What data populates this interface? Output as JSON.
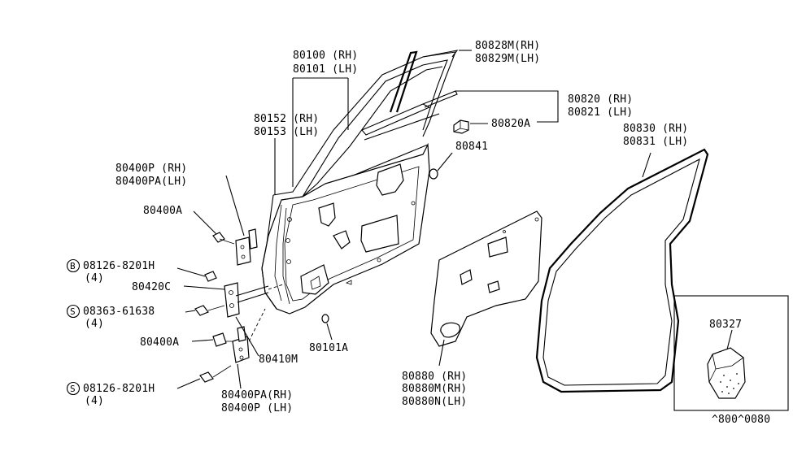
{
  "diagram": {
    "footer_code": "^800^0080",
    "callouts": {
      "door_panel": [
        "80100 (RH)",
        "80101 (LH)"
      ],
      "sash_moulding": [
        "80828M(RH)",
        "80829M(LH)"
      ],
      "weatherstrip_inner": [
        "80820 (RH)",
        "80821 (LH)"
      ],
      "clip_a": "80820A",
      "weatherstrip_outer": [
        "80830 (RH)",
        "80831 (LH)"
      ],
      "grommet": "80841",
      "door_frame": [
        "80152 (RH)",
        "80153 (LH)"
      ],
      "upper_hinge": [
        "80400P  (RH)",
        "80400PA(LH)"
      ],
      "hinge_bolt_upper": "80400A",
      "bolt_b": {
        "symbol": "B",
        "part": "08126-8201H",
        "qty": "(4)"
      },
      "check_bolt": "80420C",
      "screw_s1": {
        "symbol": "S",
        "part": "08363-61638",
        "qty": "(4)"
      },
      "hinge_bolt_lower": "80400A",
      "door_check": "80410M",
      "plug": "80101A",
      "screw_s2": {
        "symbol": "S",
        "part": "08126-8201H",
        "qty": "(4)"
      },
      "lower_hinge": [
        "80400PA(RH)",
        "80400P  (LH)"
      ],
      "sealing_screen": [
        "80880  (RH)",
        "80880M(RH)",
        "80880N(LH)"
      ],
      "inset_part": "80327"
    }
  }
}
